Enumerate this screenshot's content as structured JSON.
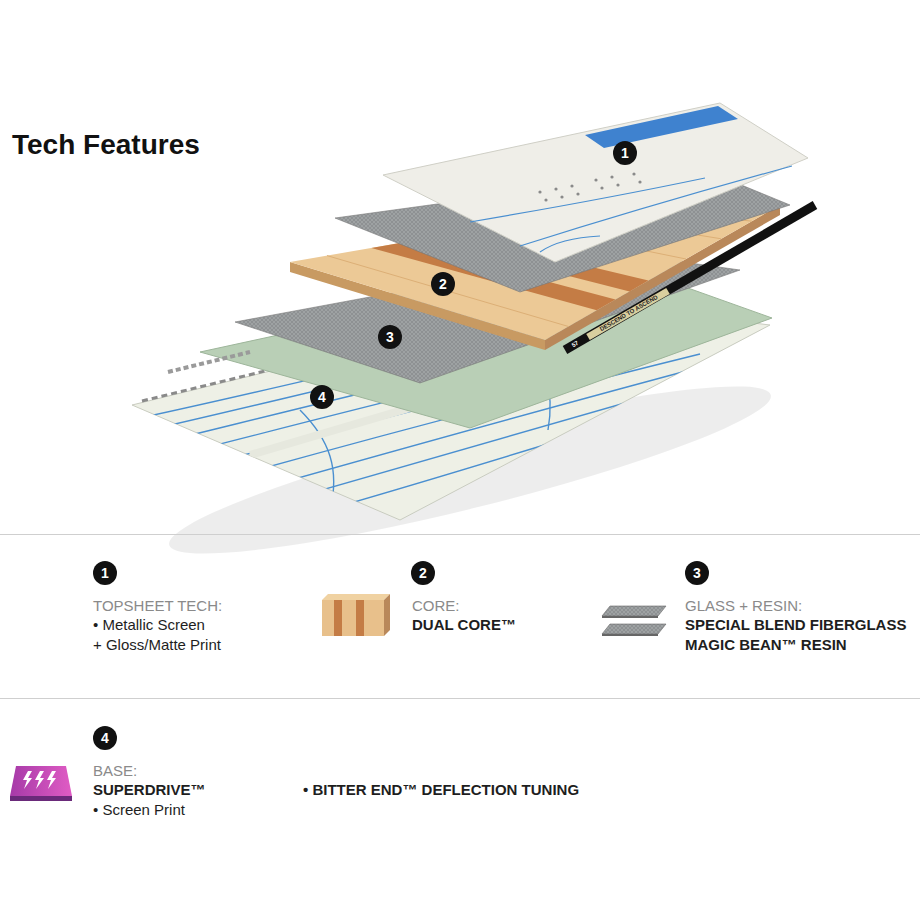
{
  "diagram": {
    "title": "Tech Features",
    "labels": [
      "1",
      "2",
      "3",
      "4",
      "1",
      "TOPSHEET TECH:",
      "• Metallic Screen",
      "+ Gloss/Matte Print",
      "2",
      "CORE:",
      "DUAL CORE™",
      "3",
      "GLASS + RESIN:",
      "SPECIAL BLEND FIBERGLASS",
      "MAGIC BEAN™ RESIN",
      "4",
      "BASE:",
      "SUPERDRIVE™",
      "• Screen Print",
      "• BITTER END™ DEFLECTION TUNING",
      "DESCEND TO ASCEND",
      "57"
    ]
  }
}
